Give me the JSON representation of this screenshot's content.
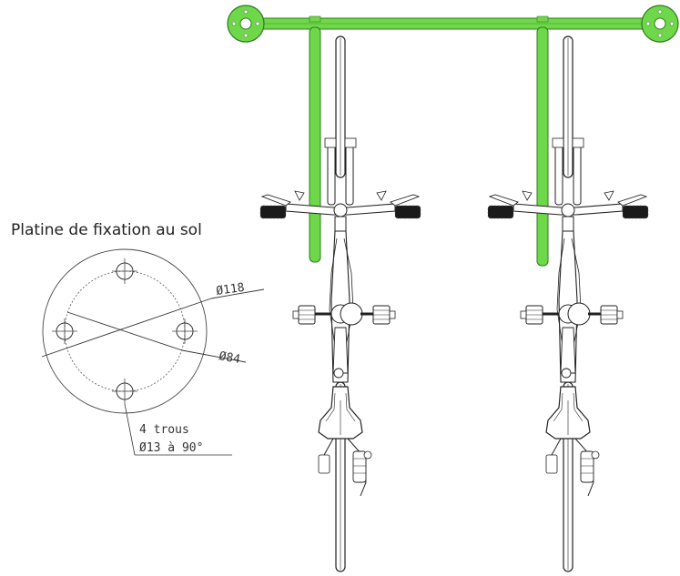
{
  "plate": {
    "title": "Platine de fixation au sol",
    "dim_outer": "Ø118",
    "dim_inner": "Ø84",
    "note_line1": "4 trous",
    "note_line2": "Ø13 à 90°"
  },
  "colors": {
    "rack_green": "#6fd84a",
    "rack_outline": "#2f7a1f",
    "line": "#222222"
  },
  "bikes": [
    {
      "name": "bike-left"
    },
    {
      "name": "bike-right"
    }
  ]
}
